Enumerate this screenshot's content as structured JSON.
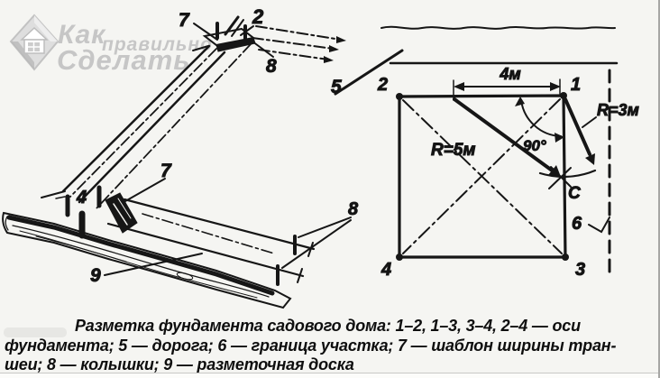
{
  "colors": {
    "background": "#f5f5f2",
    "ink": "#161616",
    "watermark": "#c6c6c6"
  },
  "watermark": {
    "word1": "Как",
    "word2": "правильно",
    "word3": "Сделать"
  },
  "sketch_labels": {
    "template_top": "7",
    "corner_top": "2",
    "stakes_top": "8",
    "corner_mid": "4",
    "template_mid": "7",
    "stakes_right": "8",
    "board": "9"
  },
  "plan": {
    "road": "5",
    "boundary": "6",
    "corner_1": "1",
    "corner_2": "2",
    "corner_3": "3",
    "corner_4": "4",
    "side_dimension": "4м",
    "radius_short": "R=3м",
    "radius_long": "R=5м",
    "angle": "90°",
    "intersection_point": "C"
  },
  "caption": {
    "line1": "Разметка фундамента садового дома: 1–2, 1–3, 3–4, 2–4 — оси",
    "line2": "фундамента; 5 — дорога; 6 — граница участка; 7 — шаблон ширины тран-",
    "line3": "шеи; 8 — колышки; 9 — разметочная доска"
  }
}
